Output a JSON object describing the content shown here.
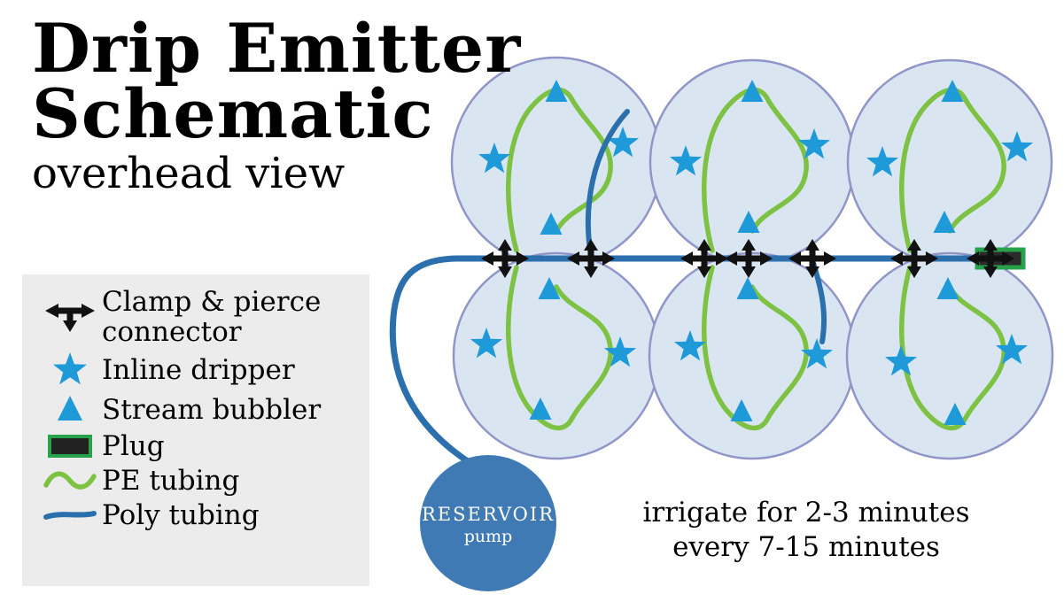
{
  "title": {
    "line1": "Drip Emitter",
    "line2": "Schematic",
    "subtitle": "overhead view"
  },
  "legend": {
    "items": [
      {
        "icon": "clamp-pierce-connector-icon",
        "label": "Clamp & pierce connector"
      },
      {
        "icon": "inline-dripper-star-icon",
        "label": "Inline dripper"
      },
      {
        "icon": "stream-bubbler-triangle-icon",
        "label": "Stream bubbler"
      },
      {
        "icon": "plug-icon",
        "label": "Plug"
      },
      {
        "icon": "pe-tubing-squiggle-icon",
        "label": "PE tubing"
      },
      {
        "icon": "poly-tubing-line-icon",
        "label": "Poly tubing"
      }
    ]
  },
  "reservoir": {
    "name": "RESERVOIR",
    "sub": "pump"
  },
  "note": {
    "line1": "irrigate for 2-3 minutes",
    "line2": "every 7-15 minutes"
  },
  "colors": {
    "zone_fill": "#d9e6f2",
    "zone_stroke": "#9196c9",
    "pe_tubing_green": "#7dc242",
    "poly_tubing_blue": "#2b6fad",
    "emitter_blue": "#1f9ad8",
    "connector_black": "#111111",
    "plug_green_border": "#27a24b",
    "reservoir_fill": "#407ab4",
    "legend_background": "#ececec"
  }
}
